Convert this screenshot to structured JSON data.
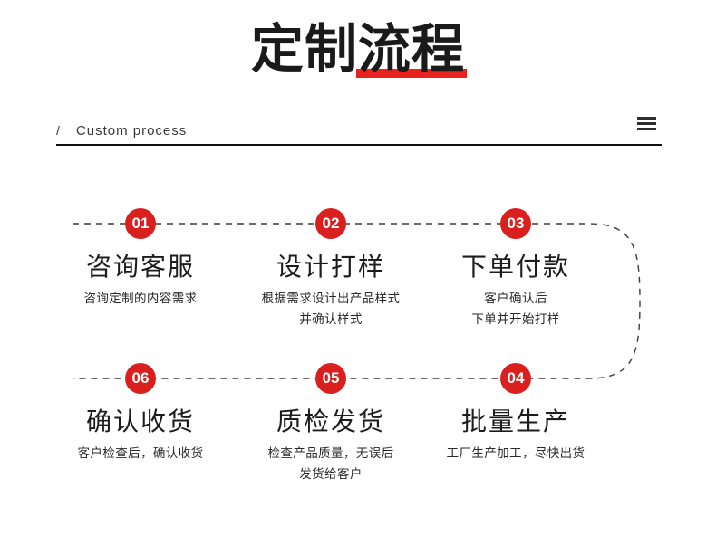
{
  "header": {
    "title_plain": "定制",
    "title_marked": "流程",
    "subtitle_slash": "/",
    "subtitle_text": "Custom  process",
    "menu_icon": "hamburger-menu-icon",
    "accent_color": "#d9201f",
    "title_underline_color": "#e8221d",
    "rule_color": "#111111"
  },
  "flow": {
    "line_style": "dashed",
    "line_color": "#3c3c3c",
    "badge_color": "#d9201f",
    "badge_text_color": "#ffffff",
    "steps": [
      {
        "number": "01",
        "title": "咨询客服",
        "desc_lines": [
          "咨询定制的内容需求"
        ],
        "desc": "咨询定制的内容需求"
      },
      {
        "number": "02",
        "title": "设计打样",
        "desc_lines": [
          "根据需求设计出产品样式",
          "并确认样式"
        ],
        "desc": "根据需求设计出产品样式\n并确认样式"
      },
      {
        "number": "03",
        "title": "下单付款",
        "desc_lines": [
          "客户确认后",
          "下单并开始打样"
        ],
        "desc": "客户确认后\n下单并开始打样"
      },
      {
        "number": "04",
        "title": "批量生产",
        "desc_lines": [
          "工厂生产加工，尽快出货"
        ],
        "desc": "工厂生产加工，尽快出货"
      },
      {
        "number": "05",
        "title": "质检发货",
        "desc_lines": [
          "检查产品质量，无误后",
          "发货给客户"
        ],
        "desc": "检查产品质量，无误后\n发货给客户"
      },
      {
        "number": "06",
        "title": "确认收货",
        "desc_lines": [
          "客户检查后，确认收货"
        ],
        "desc": "客户检查后，确认收货"
      }
    ]
  }
}
